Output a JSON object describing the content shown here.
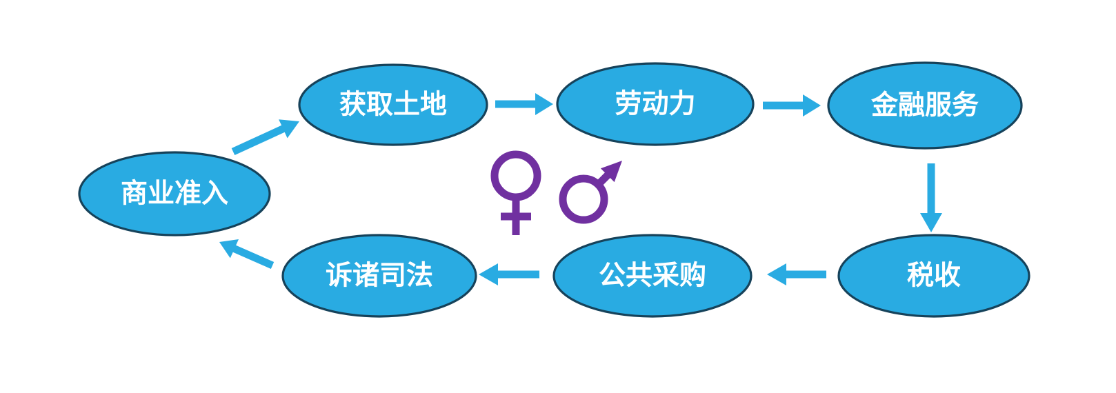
{
  "colors": {
    "background": "#ffffff",
    "node_fill": "#29abe2",
    "node_border": "#16425a",
    "arrow": "#29abe2",
    "gender_symbol": "#7030a0",
    "label_text": "#ffffff"
  },
  "nodes": [
    {
      "id": "business-entry",
      "label": "商业准入"
    },
    {
      "id": "land-access",
      "label": "获取土地"
    },
    {
      "id": "labor",
      "label": "劳动力"
    },
    {
      "id": "financial-services",
      "label": "金融服务"
    },
    {
      "id": "taxation",
      "label": "税收"
    },
    {
      "id": "public-procurement",
      "label": "公共采购"
    },
    {
      "id": "access-to-justice",
      "label": "诉诸司法"
    }
  ],
  "flow": [
    {
      "from": "商业准入",
      "to": "获取土地"
    },
    {
      "from": "获取土地",
      "to": "劳动力"
    },
    {
      "from": "劳动力",
      "to": "金融服务"
    },
    {
      "from": "金融服务",
      "to": "税收"
    },
    {
      "from": "税收",
      "to": "公共采购"
    },
    {
      "from": "公共采购",
      "to": "诉诸司法"
    },
    {
      "from": "诉诸司法",
      "to": "商业准入"
    }
  ],
  "center_symbols": [
    {
      "name": "female-symbol",
      "glyph": "♀"
    },
    {
      "name": "male-symbol",
      "glyph": "♂"
    }
  ]
}
